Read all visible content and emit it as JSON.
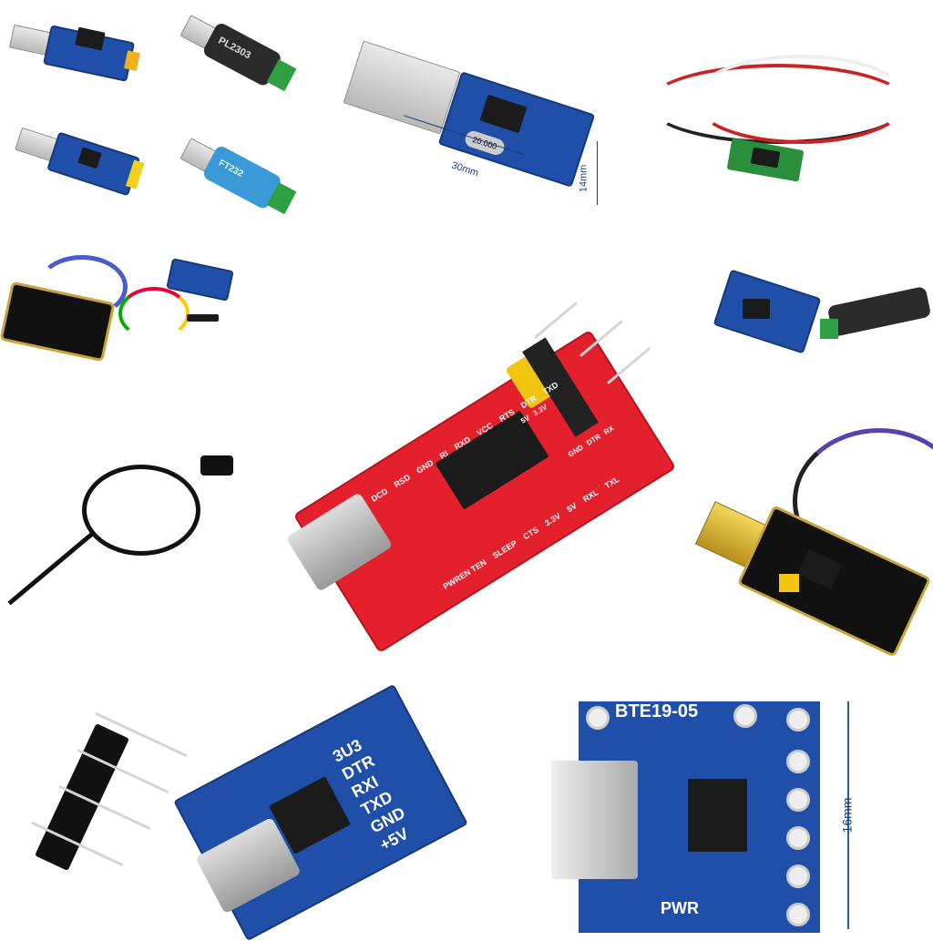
{
  "tiles": {
    "pl2303_cable": {
      "label": "PL2303"
    },
    "ft232_cable": {
      "label": "FT232"
    },
    "pl2303_module": {
      "width_label": "30mm",
      "height_label": "14mm",
      "crystal_label": "20.000"
    },
    "ftdi_red_board": {
      "left_pins": [
        "DCD",
        "RSD",
        "GND",
        "RI",
        "RXD",
        "VCC",
        "RTS",
        "DTR",
        "TXD"
      ],
      "right_pins": [
        "PWREN TEN",
        "SLEEP",
        "CTS",
        "3.3V",
        "5V",
        "RXL",
        "TXL"
      ],
      "header_pins": [
        "GND",
        "DTR",
        "RX"
      ],
      "jumper_labels": [
        "5V",
        "3.3V"
      ]
    },
    "cp2102_board": {
      "pins": [
        "3U3",
        "DTR",
        "RXI",
        "TXD",
        "GND",
        "+5V"
      ]
    },
    "bte_board": {
      "title": "BTE19-05",
      "pwr_label": "PWR",
      "height_label": "16mm"
    }
  },
  "colors": {
    "blue_pcb": "#1f4fa8",
    "red_pcb": "#e3202c",
    "gold": "#c9a43a"
  }
}
